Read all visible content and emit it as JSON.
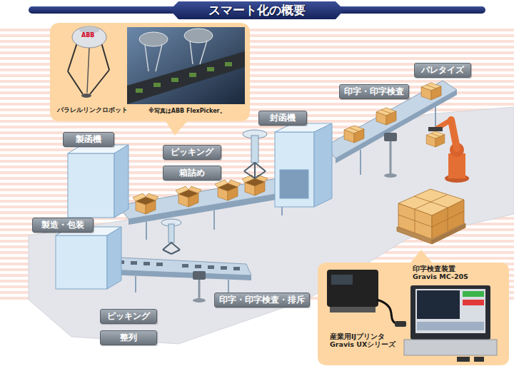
{
  "diagram": {
    "title": "スマート化の概要",
    "nodes": [
      {
        "text": [
          "パラレルリンクロボット",
          "※写真はABB FlexPicker。"
        ]
      },
      {
        "text": [
          "パレタイズ"
        ]
      },
      {
        "text": [
          "印字・印字検査"
        ]
      },
      {
        "text": [
          "封函機"
        ]
      },
      {
        "text": [
          "製函機"
        ]
      },
      {
        "text": [
          "ピッキング"
        ]
      },
      {
        "text": [
          "箱詰め"
        ]
      },
      {
        "text": [
          "製造・包装"
        ]
      },
      {
        "text": [
          "印字検査装置 Gravis MC-20S",
          "産業用IJプリンタ Gravis UXシリーズ"
        ]
      },
      {
        "text": [
          "印字・印字検査・排斥"
        ]
      },
      {
        "text": [
          "ピッキング"
        ]
      },
      {
        "text": [
          "整列"
        ]
      }
    ],
    "labels": [
      "ABB"
    ]
  }
}
